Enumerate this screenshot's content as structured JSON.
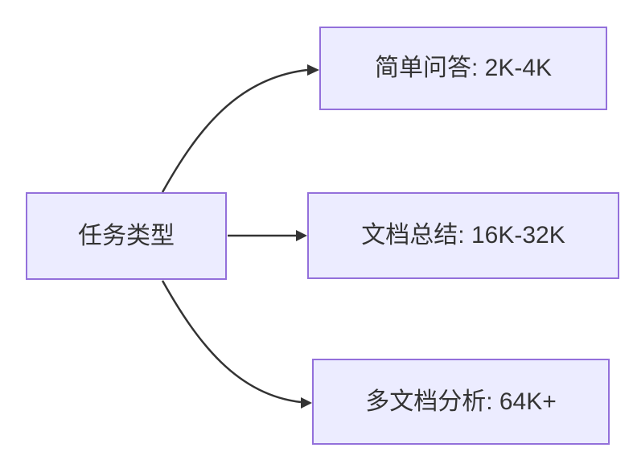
{
  "diagram": {
    "type": "flowchart-left-to-right",
    "root": {
      "label": "任务类型"
    },
    "children": [
      {
        "label": "简单问答: 2K-4K"
      },
      {
        "label": "文档总结: 16K-32K"
      },
      {
        "label": "多文档分析: 64K+"
      }
    ],
    "edges": [
      {
        "from": "任务类型",
        "to": "简单问答: 2K-4K"
      },
      {
        "from": "任务类型",
        "to": "文档总结: 16K-32K"
      },
      {
        "from": "任务类型",
        "to": "多文档分析: 64K+"
      }
    ],
    "colors": {
      "node_fill": "#ECECFF",
      "node_border": "#9370DB",
      "edge": "#333333",
      "text": "#333333",
      "background": "#FFFFFF"
    }
  }
}
